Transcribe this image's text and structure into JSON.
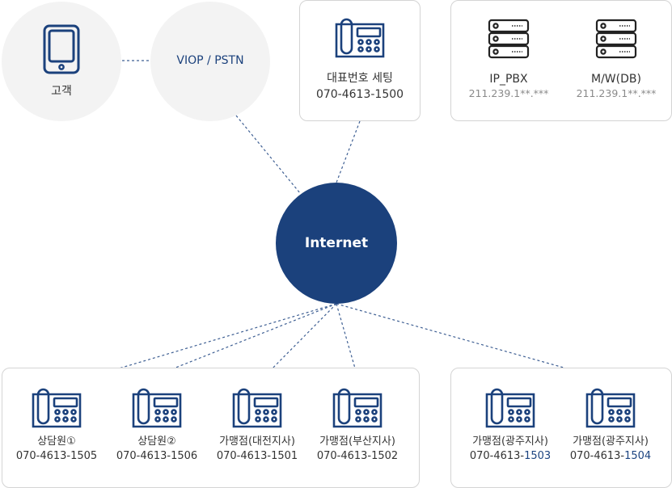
{
  "colors": {
    "accent": "#1b417c",
    "line": "#3e5f93",
    "circle_bg": "#f3f3f3",
    "box_border": "#d4d4d4",
    "ip_text": "#8a8a8a"
  },
  "customer": {
    "icon": "tablet-icon",
    "label": "고객"
  },
  "voip": {
    "label": "VIOP / PSTN"
  },
  "rep_number": {
    "icon": "desk-phone-icon",
    "label": "대표번호 세팅",
    "number": "070-4613-1500"
  },
  "servers": [
    {
      "icon": "server-icon",
      "label": "IP_PBX",
      "ip": "211.239.1**.***"
    },
    {
      "icon": "server-icon",
      "label": "M/W(DB)",
      "ip": "211.239.1**.***"
    }
  ],
  "internet": {
    "label": "Internet"
  },
  "left_group": [
    {
      "icon": "desk-phone-icon",
      "label": "상담원①",
      "number": "070-4613-1505"
    },
    {
      "icon": "desk-phone-icon",
      "label": "상담원②",
      "number": "070-4613-1506"
    },
    {
      "icon": "desk-phone-icon",
      "label": "가맹점(대전지사)",
      "number": "070-4613-1501"
    },
    {
      "icon": "desk-phone-icon",
      "label": "가맹점(부산지사)",
      "number": "070-4613-1502"
    }
  ],
  "right_group": [
    {
      "icon": "desk-phone-icon",
      "label": "가맹점(광주지사)",
      "number_prefix": "070-4613-",
      "number_suffix": "1503"
    },
    {
      "icon": "desk-phone-icon",
      "label": "가맹점(광주지사)",
      "number_prefix": "070-4613-",
      "number_suffix": "1504"
    }
  ]
}
